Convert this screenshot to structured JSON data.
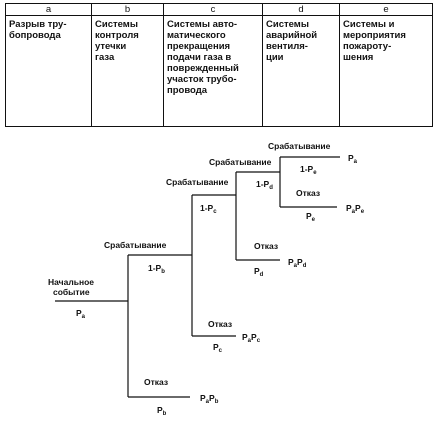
{
  "table": {
    "headers": [
      "a",
      "b",
      "c",
      "d",
      "e"
    ],
    "cells": [
      "Разрыв тру-\nбопровода",
      "Системы\nконтроля\nутечки\nгаза",
      "Системы авто-\nматического\nпрекращения\nподачи газа в\nповрежденный\nучасток трубо-\nпровода",
      "Системы\nаварийной\nвентиля-\nции",
      "Системы и\nмероприятия\nпожароту-\nшения"
    ]
  },
  "tree": {
    "start_label_1": "Начальное",
    "start_label_2": "событие",
    "p_a": {
      "main": "P",
      "sub": "a"
    },
    "success_label": "Срабатывание",
    "failure_label": "Отказ",
    "one_minus_pb": {
      "main": "1-P",
      "sub": "b"
    },
    "one_minus_pc": {
      "main": "1-P",
      "sub": "c"
    },
    "one_minus_pd": {
      "main": "1-P",
      "sub": "d"
    },
    "one_minus_pe": {
      "main": "1-P",
      "sub": "e"
    },
    "p_b": {
      "main": "P",
      "sub": "b"
    },
    "p_c": {
      "main": "P",
      "sub": "c"
    },
    "p_d": {
      "main": "P",
      "sub": "d"
    },
    "p_e": {
      "main": "P",
      "sub": "e"
    },
    "out_success": {
      "main": "P",
      "sub": "a"
    },
    "out_e": {
      "p1": "P",
      "s1": "a",
      "p2": "P",
      "s2": "e"
    },
    "out_d": {
      "p1": "P",
      "s1": "a",
      "p2": "P",
      "s2": "d"
    },
    "out_c": {
      "p1": "P",
      "s1": "a",
      "p2": "P",
      "s2": "c"
    },
    "out_b": {
      "p1": "P",
      "s1": "a",
      "p2": "P",
      "s2": "b"
    }
  }
}
